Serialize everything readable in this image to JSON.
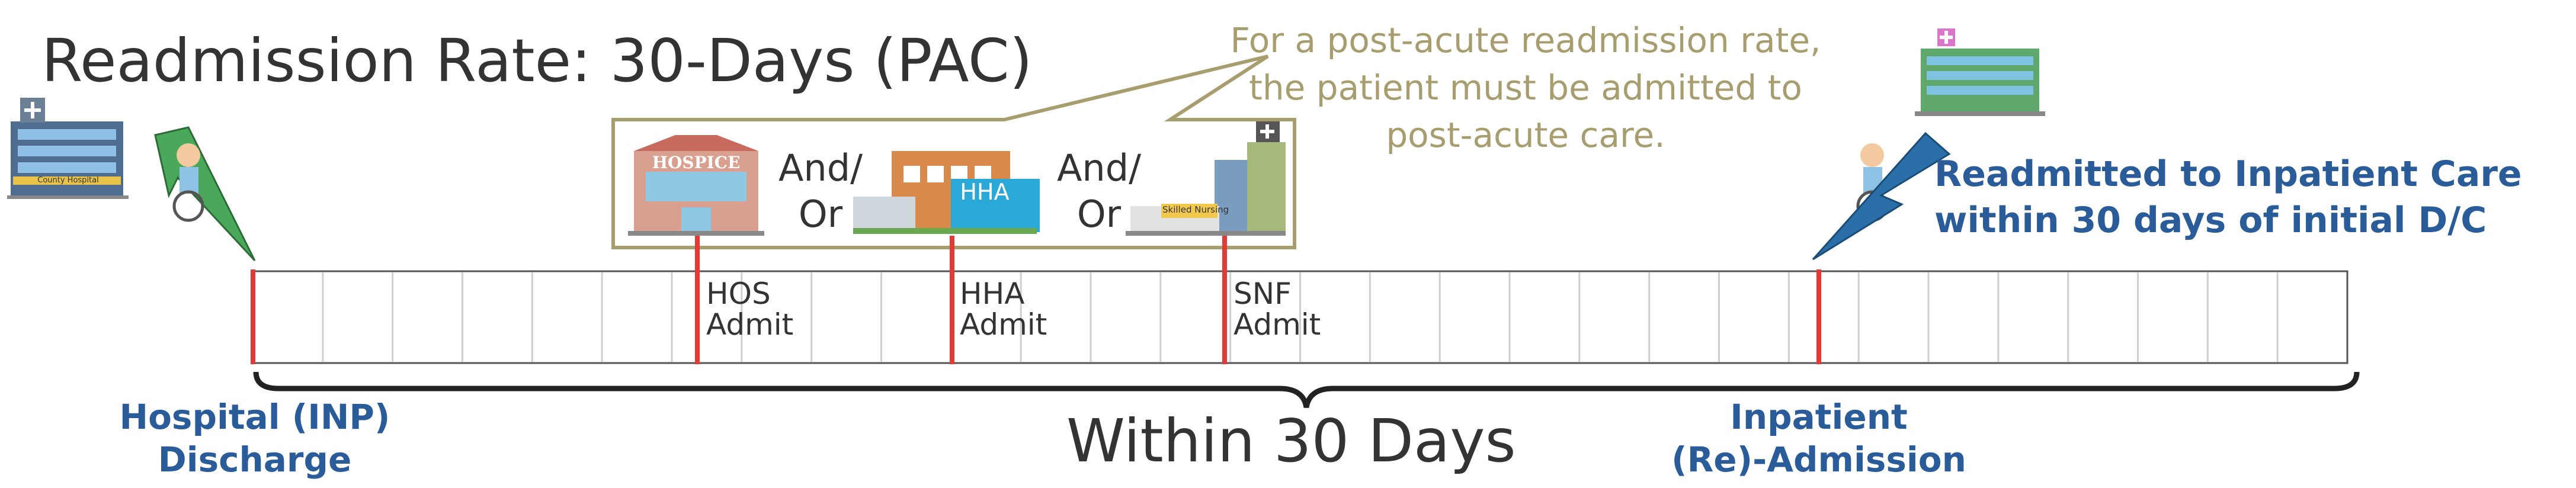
{
  "title": "Readmission Rate: 30-Days (PAC)",
  "callout": {
    "line1": "For a post-acute readmission rate,",
    "line2": "the patient must be admitted to",
    "line3": "post-acute care."
  },
  "facilities": {
    "hospice_sign": "HOSPICE",
    "hha_sign": "HHA",
    "snf_sign": "Skilled Nursing",
    "hospital_sign": "County Hospital"
  },
  "connectors": {
    "andor1_line1": "And/",
    "andor1_line2": "Or",
    "andor2_line1": "And/",
    "andor2_line2": "Or"
  },
  "events": {
    "hos_line1": "HOS",
    "hos_line2": "Admit",
    "hha_line1": "HHA",
    "hha_line2": "Admit",
    "snf_line1": "SNF",
    "snf_line2": "Admit"
  },
  "discharge": {
    "line1": "Hospital (INP)",
    "line2": "Discharge"
  },
  "readmission": {
    "line1": "Inpatient",
    "line2": "(Re)-Admission"
  },
  "readmitted_note": {
    "line1": "Readmitted to Inpatient Care",
    "line2": "within 30 days of initial D/C"
  },
  "span_label": "Within 30 Days",
  "colors": {
    "marker": "#e53935",
    "label_blue": "#2a5c9a",
    "callout_text": "#a89d6e",
    "callout_border": "#a89d6e",
    "arrow_green": "#4aa85a",
    "arrow_blue": "#2b6fa8"
  }
}
